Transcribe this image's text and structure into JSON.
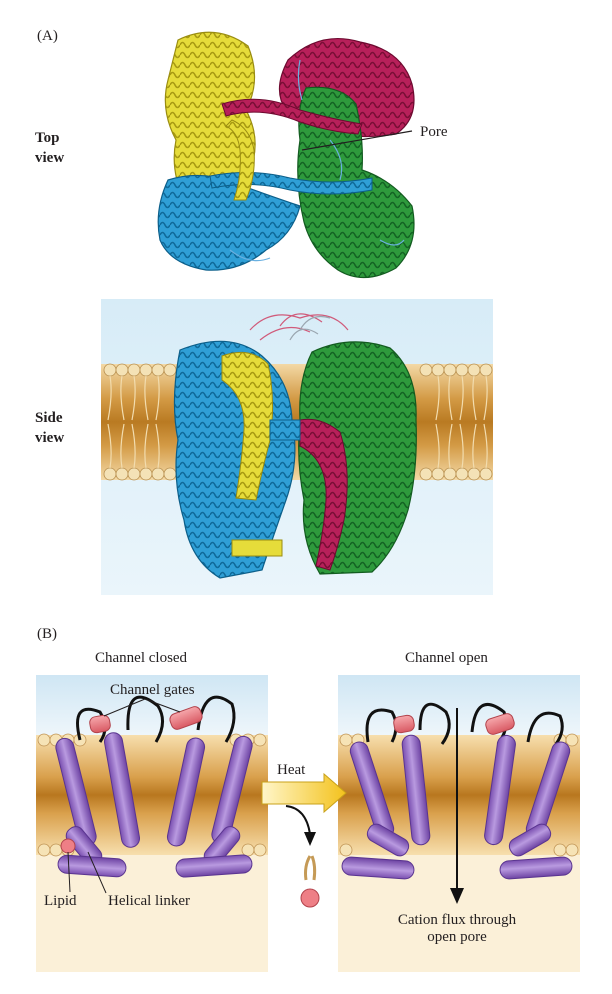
{
  "panelA": {
    "label": "(A)",
    "top_view_label": [
      "Top",
      "view"
    ],
    "side_view_label": [
      "Side",
      "view"
    ],
    "pore_label": "Pore"
  },
  "panelB": {
    "label": "(B)",
    "closed_title": "Channel closed",
    "open_title": "Channel open",
    "channel_gates": "Channel gates",
    "heat": "Heat",
    "lipid": "Lipid",
    "helical_linker": "Helical linker",
    "cation_flux": [
      "Cation flux through",
      "open pore"
    ]
  },
  "colors": {
    "subunit_yellow": "#e6dc3a",
    "subunit_magenta": "#b8205a",
    "subunit_blue": "#2f9fd6",
    "subunit_green": "#2e9a3c",
    "helix_purple": "#9b72c6",
    "gate_pink": "#ee7f86",
    "membrane_orange": "#c98a2c",
    "heat_arrow": "#f5cf2c"
  }
}
